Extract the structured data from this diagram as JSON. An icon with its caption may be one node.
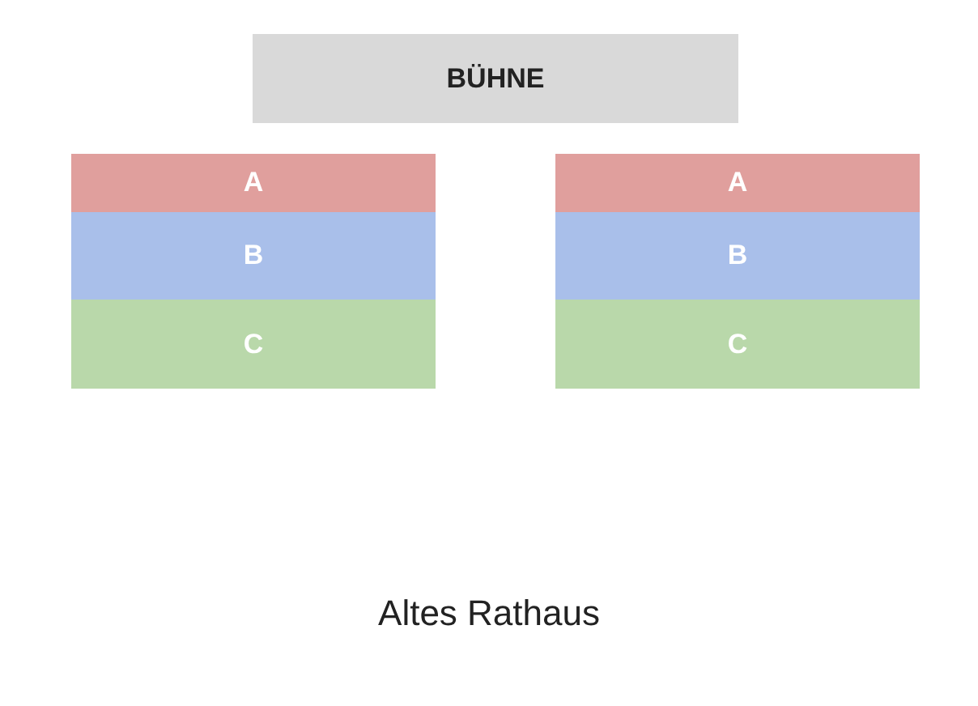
{
  "diagram": {
    "nodes": [
      {
        "text": [
          "BÜHNE"
        ]
      },
      {
        "text": [
          "A"
        ]
      },
      {
        "text": [
          "B"
        ]
      },
      {
        "text": [
          "C"
        ]
      },
      {
        "text": [
          "A"
        ]
      },
      {
        "text": [
          "B"
        ]
      },
      {
        "text": [
          "C"
        ]
      }
    ],
    "labels": [
      "Altes Rathaus"
    ]
  }
}
